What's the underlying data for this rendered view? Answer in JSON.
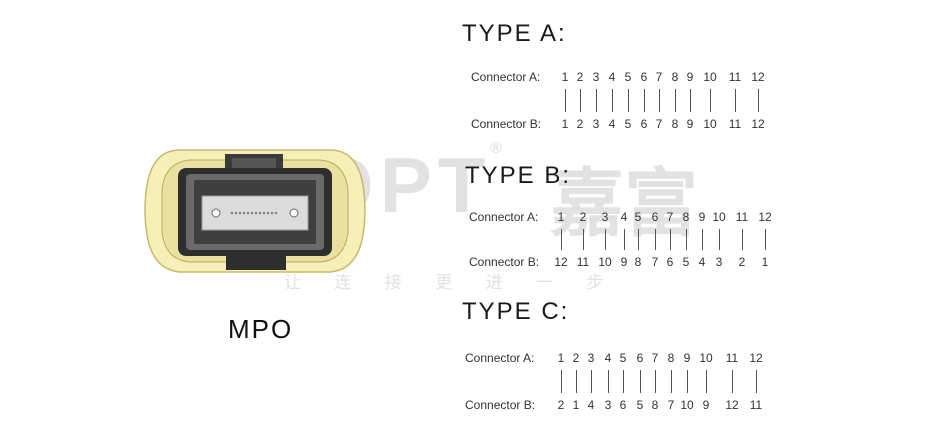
{
  "connector_image": {
    "label": "MPO"
  },
  "watermark": {
    "brand": "JFOPT",
    "registered": "®",
    "cn_name": "嘉富",
    "slogan": "让 连 接 更 进 一 步"
  },
  "types": [
    {
      "title": "TYPE A:",
      "label_a": "Connector A:",
      "label_b": "Connector B:",
      "pins_a": [
        "1",
        "2",
        "3",
        "4",
        "5",
        "6",
        "7",
        "8",
        "9",
        "10",
        "11",
        "12"
      ],
      "pins_b": [
        "1",
        "2",
        "3",
        "4",
        "5",
        "6",
        "7",
        "8",
        "9",
        "10",
        "11",
        "12"
      ]
    },
    {
      "title": "TYPE B:",
      "label_a": "Connector A:",
      "label_b": "Connector B:",
      "pins_a": [
        "1",
        "2",
        "3",
        "4",
        "5",
        "6",
        "7",
        "8",
        "9",
        "10",
        "11",
        "12"
      ],
      "pins_b": [
        "12",
        "11",
        "10",
        "9",
        "8",
        "7",
        "6",
        "5",
        "4",
        "3",
        "2",
        "1"
      ]
    },
    {
      "title": "TYPE C:",
      "label_a": "Connector A:",
      "label_b": "Connector B:",
      "pins_a": [
        "1",
        "2",
        "3",
        "4",
        "5",
        "6",
        "7",
        "8",
        "9",
        "10",
        "11",
        "12"
      ],
      "pins_b": [
        "2",
        "1",
        "4",
        "3",
        "6",
        "5",
        "8",
        "7",
        "10",
        "9",
        "12",
        "11"
      ]
    }
  ]
}
